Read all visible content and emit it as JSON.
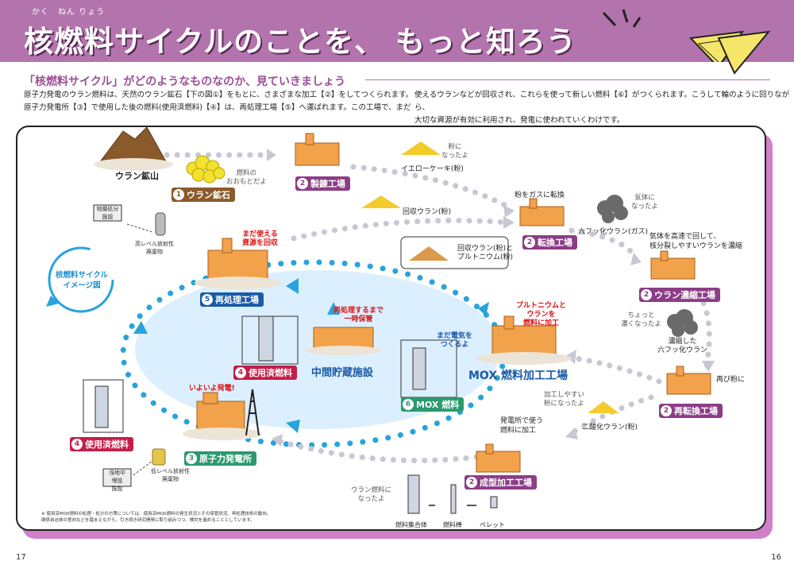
{
  "header": {
    "title": "核燃料サイクルのことを、 もっと知ろう",
    "ruby": "かく　ねん りょう"
  },
  "subtitle": "「核燃料サイクル」がどのようなものなのか、見ていきましょう",
  "intro": {
    "left_line1": "原子力発電のウラン燃料は、天然のウラン鉱石【下の図①】をもとに、さまざまな加工【②】をしてつくられます。",
    "left_line2": "原子力発電所【③】で使用した後の燃料(使用済燃料)【④】は、再処理工場【⑤】へ運ばれます。この工場で、まだ",
    "right_line1": "使えるウランなどが回収され、これらを使って新しい燃料【⑥】がつくられます。こうして輪のように回りながら、",
    "right_line2": "大切な資源が有効に利用され、発電に使われていくわけです。"
  },
  "diagram": {
    "uranium_mine": "ウラン鉱山",
    "ore_bubble": "燃料の\nおおもとだよ",
    "tag_ore": {
      "num": "1",
      "label": "ウラン鉱石"
    },
    "tag_refine": {
      "num": "2",
      "label": "製錬工場"
    },
    "yellowcake": "イエローケーキ(粉)",
    "powder_bubble": "粉に\nなったよ",
    "recovered_uranium": "回収ウラン(粉)",
    "to_gas": "粉をガスに転換",
    "gas_bubble": "気体に\nなったよ",
    "uf6": "六フッ化ウラン(ガス)",
    "tag_convert": {
      "num": "2",
      "label": "転換工場"
    },
    "enrich_desc": "気体を高速で回して、\n核分裂しやすいウランを濃縮",
    "tag_enrich": {
      "num": "2",
      "label": "ウラン濃縮工場"
    },
    "dense_bubble": "ちょっと\n濃くなったよ",
    "enriched_uf6": "濃縮した\n六フッ化ウラン",
    "again_powder": "再び粉に",
    "tag_reconvert": {
      "num": "2",
      "label": "再転換工場"
    },
    "processing_bubble": "加工しやすい\n粉になったよ",
    "uo2": "二酸化ウラン(粉)",
    "fab_desc": "発電所で使う\n燃料に加工",
    "tag_fab": {
      "num": "2",
      "label": "成型加工工場"
    },
    "fuel_bubble": "ウラン燃料に\nなったよ",
    "assembly": "燃料集合体",
    "rod": "燃料棒",
    "pellet": "ペレット",
    "disposal_geo": "地層処分\n施設",
    "hlw": "高レベル放射性\n廃棄物",
    "recover_red": "まだ使える\n資源を回収",
    "tag_reprocess": {
      "num": "5",
      "label": "再処理工場"
    },
    "cycle_label": "核燃料サイクル\nイメージ図",
    "recovered_mix": "回収ウラン(粉)と\nプルトニウム(粉)",
    "storage_red": "再処理するまで\n一時保管",
    "storage": "中間貯蔵施設",
    "tag_spent_mid": {
      "num": "4",
      "label": "使用済燃料"
    },
    "electric_red": "まだ電気を\nつくるよ",
    "mox_red": "プルトニウムと\nウランを\n燃料に加工",
    "mox_plant": "MOX 燃料加工工場",
    "tag_mox": {
      "num": "6",
      "label": "MOX 燃料"
    },
    "generate_red": "いよいよ発電!",
    "tag_npp": {
      "num": "3",
      "label": "原子力発電所"
    },
    "tag_spent_left": {
      "num": "4",
      "label": "使用済燃料"
    },
    "llw": "低レベル放射性\n廃棄物",
    "disposal_shallow": "浅地中\n埋設\n施設",
    "footnote1": "※ 使用済MOX燃料の処理・処分の方策については、使用済MOX燃料の発生状況とその保管状況、再処理技術の動向、",
    "footnote2": "関係自治体の意向などを踏まえながら、引き続き研究開発に取り組みつつ、検討を進めることとしています。"
  },
  "pages": {
    "left": "17",
    "right": "16"
  },
  "colors": {
    "header": "#b374ad",
    "dots": "#c8c8d2",
    "cycle": "#29a3dc",
    "cycle_fill": "#dcefff"
  }
}
